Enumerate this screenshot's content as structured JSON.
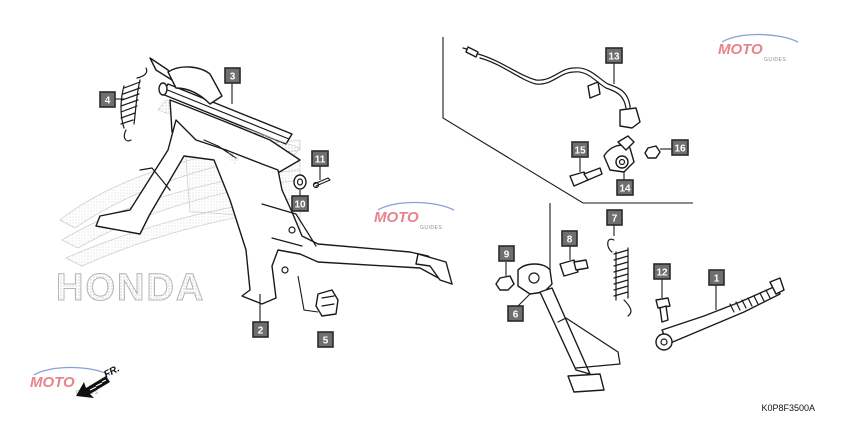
{
  "diagram": {
    "callouts": [
      "1",
      "2",
      "3",
      "4",
      "5",
      "6",
      "7",
      "8",
      "9",
      "10",
      "11",
      "12",
      "13",
      "14",
      "15",
      "16"
    ],
    "drawing_code": "K0P8F3500A",
    "direction_label": "FR.",
    "brand_watermark": "HONDA",
    "watermark_logo": {
      "main": "MOTO",
      "sub": "GUIDES"
    },
    "colors": {
      "callout_fill": "#6f6f6f",
      "line": "#1a1a1a",
      "logo_red": "#e05a63",
      "logo_blue": "#5b74c9",
      "watermark_gray": "#b5b5b5"
    },
    "icons": [
      "front-direction-arrow-icon",
      "moto-guides-logo-icon",
      "honda-wing-watermark-icon"
    ]
  }
}
